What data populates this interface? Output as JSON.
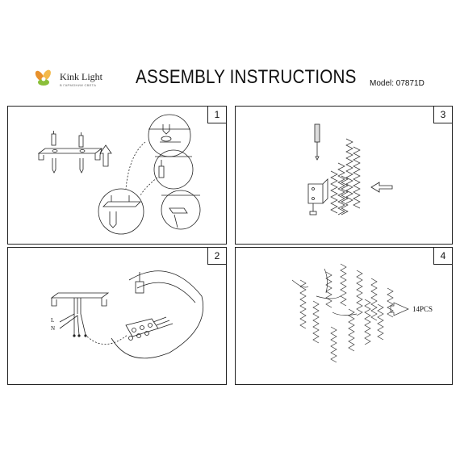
{
  "header": {
    "brand_name": "Kink Light",
    "brand_tagline": "В ГАРМОНИИ СВЕТА",
    "title": "ASSEMBLY INSTRUCTIONS",
    "model": "Model: 07871D"
  },
  "panels": [
    {
      "step": "1"
    },
    {
      "step": "2",
      "wire_labels": [
        "L",
        "N"
      ]
    },
    {
      "step": "3"
    },
    {
      "step": "4",
      "pieces": "14PCS"
    }
  ],
  "colors": {
    "line": "#222222",
    "logo_orange": "#e8912c",
    "logo_green": "#8bbf3a"
  }
}
